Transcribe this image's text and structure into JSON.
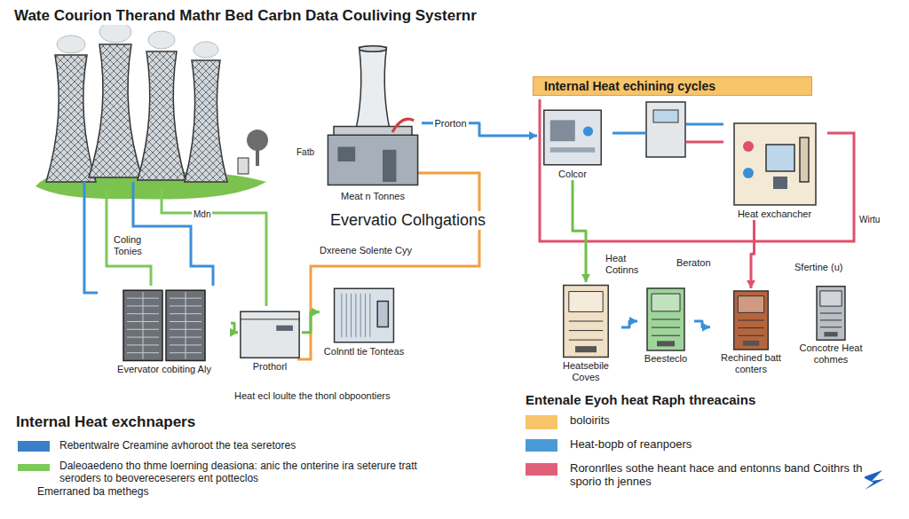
{
  "diagram": {
    "title": "Wate Courion Therand Mathr Bed Carbn Data Couliving Systernr",
    "nodes": [
      {
        "text": [
          "Internal Heat echining cycles"
        ]
      },
      {
        "text": [
          "Meat n Tonnes"
        ]
      },
      {
        "text": [
          "Evervator cobiting Aly"
        ]
      },
      {
        "text": [
          "Prothorl"
        ]
      },
      {
        "text": [
          "Colnntl tie Tonteas"
        ]
      },
      {
        "text": [
          "Colcor"
        ]
      },
      {
        "text": [
          "Heat exchancher"
        ]
      },
      {
        "text": [
          "Heatsebile Coves"
        ]
      },
      {
        "text": [
          "Beesteclo"
        ]
      },
      {
        "text": [
          "Rechined batt conters"
        ]
      },
      {
        "text": [
          "Concotre Heat cohmes"
        ]
      }
    ],
    "edges": [
      {
        "from": 2,
        "to": 3,
        "arrow": "to"
      },
      {
        "from": 3,
        "to": 4,
        "arrow": "to"
      },
      {
        "from": 1,
        "to": 5,
        "label": "Prorton",
        "arrow": "to"
      },
      {
        "from": 5,
        "to": 7,
        "arrow": "to"
      },
      {
        "from": 7,
        "to": 8,
        "arrow": "to"
      },
      {
        "from": 8,
        "to": 9,
        "arrow": "to"
      },
      {
        "from": 6,
        "to": 9,
        "arrow": "to"
      }
    ],
    "labels": [
      "Fatb",
      "Mdn",
      "Evervatio Colhgations",
      "Coling Tonies",
      "Dxreene Solente Cyy",
      "Heat ecl loulte the thonl obpoontiers",
      "Internal Heat exchnapers",
      "Emerraned ba methegs",
      "Heat Cotinns",
      "Beraton",
      "Wirtu",
      "Sfertine (u)",
      "Entenale Eyoh heat Raph threacains"
    ],
    "legend": [
      {
        "text": "Rebentwalre Creamine avhoroot the tea seretores",
        "color": "#3a7fc8"
      },
      {
        "text": "Daleoaedeno tho thme loerning deasiona: anic the onterine ira seterure tratt seroders to beovereceserers ent potteclos",
        "color": "#7cc95a"
      },
      {
        "text": "boloirits",
        "color": "#f7c46a"
      },
      {
        "text": "Heat-bopb of reanpoers",
        "color": "#4a9ad8"
      },
      {
        "text": "Roronrlles sothe heant hace and entonns band Coithrs th sporio th jennes",
        "color": "#e0607a"
      }
    ]
  }
}
